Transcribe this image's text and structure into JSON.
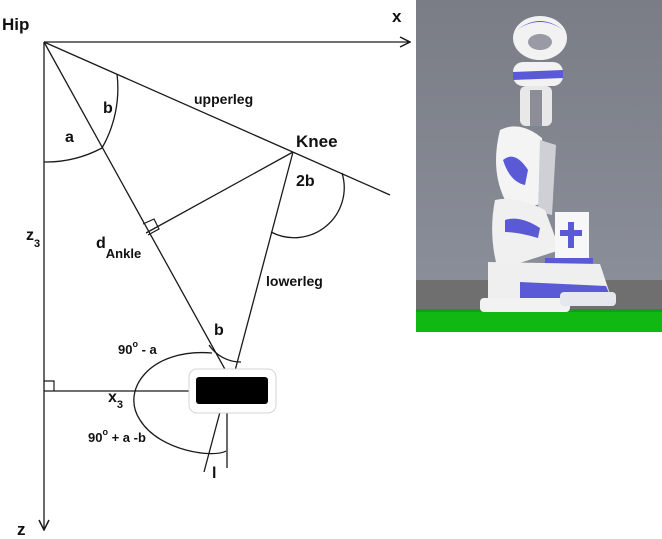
{
  "diagram": {
    "labels": {
      "hip": "Hip",
      "x_axis": "x",
      "z_axis": "z",
      "knee": "Knee",
      "upperleg": "upperleg",
      "lowerleg": "lowerleg",
      "z3": "z",
      "z3_sub": "3",
      "d_ankle": "d",
      "d_ankle_sub": "Ankle",
      "x3": "x",
      "x3_sub": "3",
      "angle_a": "a",
      "angle_b_hip": "b",
      "angle_2b": "2b",
      "angle_b_ankle": "b",
      "angle_90_minus": "90",
      "angle_90_minus_rest": " - a",
      "angle_90_plus": "90",
      "angle_90_plus_rest": " + a -b",
      "degree": "o",
      "foot_marker": "l"
    }
  },
  "render": {
    "colors": {
      "line": "#1a1a1a",
      "foot_box": "#000000",
      "sky": "#7c818c",
      "ground": "#6f6f6f",
      "grass": "#12b812",
      "robot_white": "#f2f2f2",
      "robot_blue": "#5a5ad6"
    }
  }
}
